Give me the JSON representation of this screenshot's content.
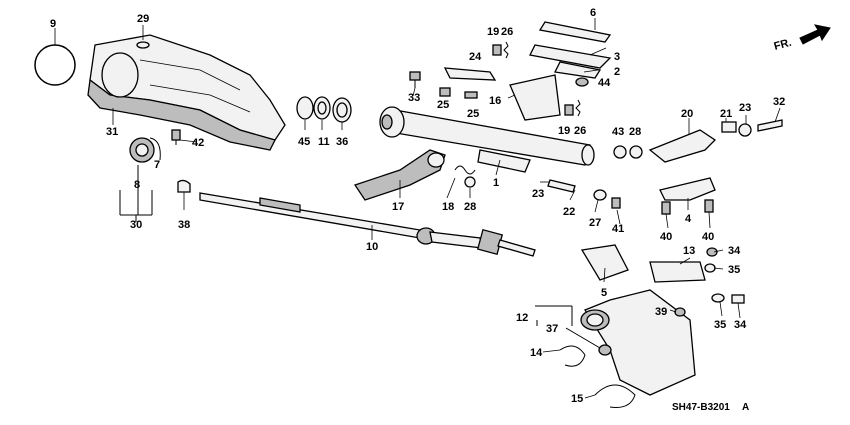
{
  "diagram": {
    "direction_label": "FR.",
    "code": "SH47-B3201",
    "code_suffix": "A",
    "part_labels": [
      "1",
      "2",
      "3",
      "4",
      "5",
      "6",
      "7",
      "8",
      "9",
      "10",
      "11",
      "12",
      "13",
      "14",
      "15",
      "16",
      "17",
      "18",
      "19",
      "20",
      "21",
      "22",
      "23",
      "24",
      "25",
      "26",
      "27",
      "28",
      "29",
      "30",
      "31",
      "32",
      "33",
      "34",
      "35",
      "36",
      "37",
      "38",
      "39",
      "40",
      "41",
      "42",
      "43",
      "44",
      "45",
      "19",
      "26",
      "25",
      "28",
      "23",
      "40",
      "35",
      "34"
    ]
  }
}
